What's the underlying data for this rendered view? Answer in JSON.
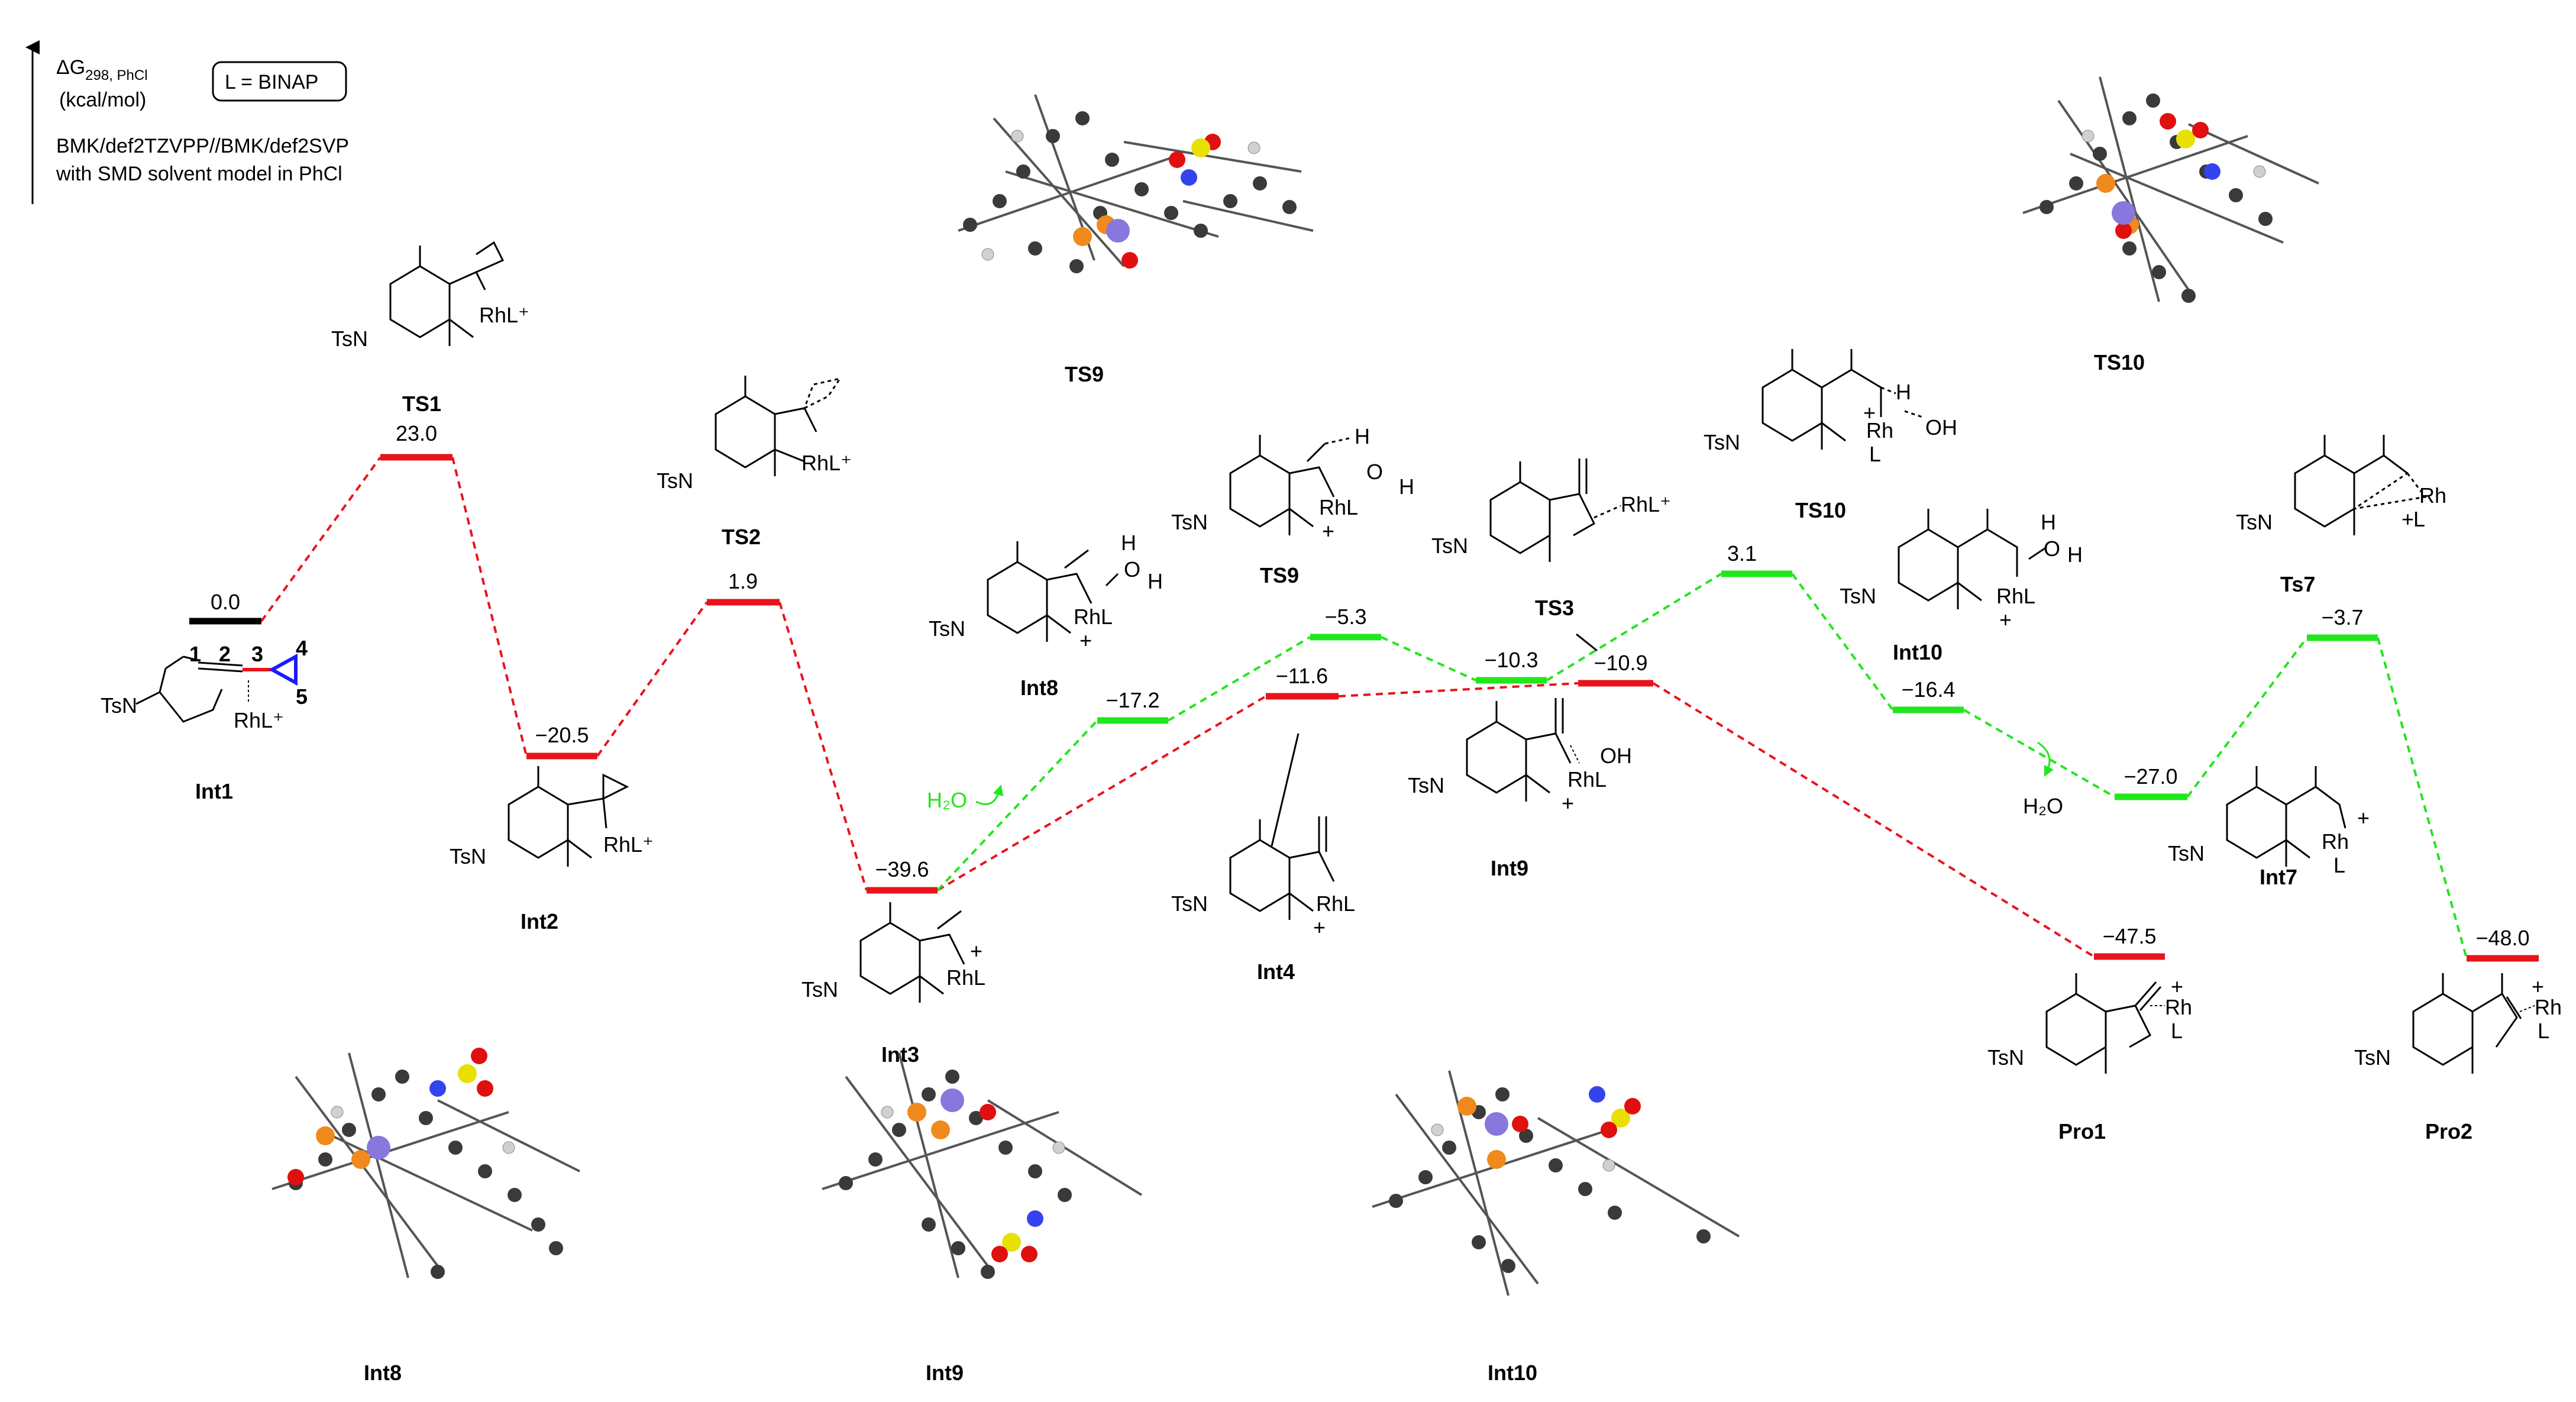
{
  "header": {
    "axis_label": "ΔG",
    "axis_sub": "298, PhCl",
    "units": "(kcal/mol)",
    "ligand_box": "L = BINAP",
    "method_line1": "BMK/def2TZVPP//BMK/def2SVP",
    "method_line2": "with SMD solvent model in PhCl"
  },
  "colors": {
    "ref_path": "#000000",
    "red_path": "#e8141c",
    "green_path": "#22e61c",
    "blue_ring": "#1a1aff",
    "rh_atom": "#8877dd",
    "p_atom": "#f08a1c",
    "o_atom": "#e01010",
    "s_atom": "#e8e000",
    "n_atom": "#3344ee"
  },
  "levels": [
    {
      "id": "Int1",
      "value": "0.0",
      "color": "black"
    },
    {
      "id": "TS1",
      "value": "23.0",
      "color": "red"
    },
    {
      "id": "Int2",
      "value": "−20.5",
      "color": "red"
    },
    {
      "id": "TS2",
      "value": "1.9",
      "color": "red"
    },
    {
      "id": "Int3",
      "value": "−39.6",
      "color": "red"
    },
    {
      "id": "Int4",
      "value": "−11.6",
      "color": "red"
    },
    {
      "id": "TS3",
      "value": "−10.9",
      "color": "red"
    },
    {
      "id": "Pro1",
      "value": "−47.5",
      "color": "red"
    },
    {
      "id": "Int8",
      "value": "−17.2",
      "color": "green"
    },
    {
      "id": "TS9",
      "value": "−5.3",
      "color": "green"
    },
    {
      "id": "Int9",
      "value": "−10.3",
      "color": "green"
    },
    {
      "id": "TS10",
      "value": "3.1",
      "color": "green"
    },
    {
      "id": "Int10",
      "value": "−16.4",
      "color": "green"
    },
    {
      "id": "Int7",
      "value": "−27.0",
      "color": "green"
    },
    {
      "id": "Ts7",
      "value": "−3.7",
      "color": "green"
    },
    {
      "id": "Pro2",
      "value": "−48.0",
      "color": "red"
    }
  ],
  "labels": {
    "int1": "Int1",
    "ts1": "TS1",
    "int2": "Int2",
    "ts2": "TS2",
    "int3": "Int3",
    "int4": "Int4",
    "ts3": "TS3",
    "pro1": "Pro1",
    "int8": "Int8",
    "ts9": "TS9",
    "int9": "Int9",
    "ts10": "TS10",
    "int10": "Int10",
    "int7": "Int7",
    "ts7": "Ts7",
    "pro2": "Pro2",
    "ts9_3d": "TS9",
    "ts10_3d": "TS10",
    "int8_3d": "Int8",
    "int9_3d": "Int9",
    "int10_3d": "Int10"
  },
  "fragments": {
    "tsn": "TsN",
    "rhl_plus": "RhL⁺",
    "rhl": "RhL",
    "rh": "Rh",
    "l": "L",
    "plus": "+",
    "oh": "OH",
    "o": "O",
    "h": "H",
    "h2o": "H₂O",
    "n1": "1",
    "n2": "2",
    "n3": "3",
    "n4": "4",
    "n5": "5"
  }
}
